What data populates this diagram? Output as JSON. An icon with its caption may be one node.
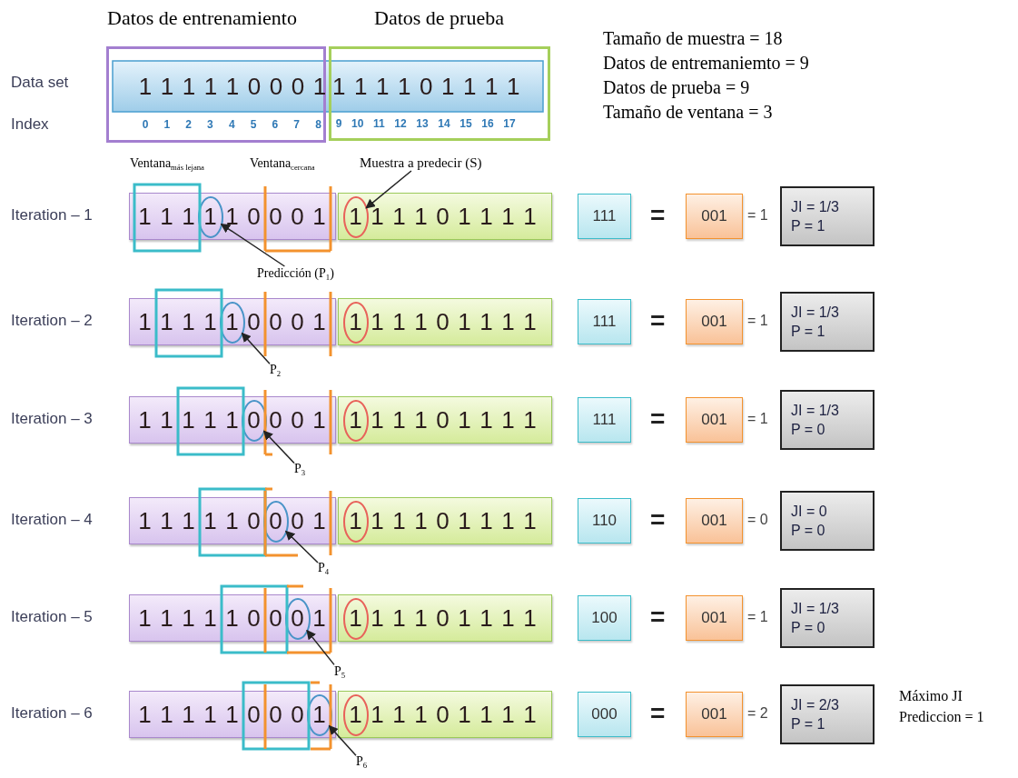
{
  "diagram": {
    "nodes": [
      {
        "text": [
          "Datos de entrenamiento",
          "1 1 1 1 1 0 0 0 1",
          "0 1 2 3 4 5 6 7 8"
        ]
      },
      {
        "text": [
          "Datos de prueba",
          "1 1 1 1 0 1 1 1 1",
          "9 10 11 12 13 14 15 16 17"
        ]
      },
      {
        "text": [
          "Muestra a predecir (S)"
        ]
      },
      {
        "text": [
          "1 1 1",
          "1 0 0 0 1"
        ]
      },
      {
        "text": [
          "1"
        ],
        "in": 3
      },
      {
        "text": [
          "1 1 1 0 1 1 1 1"
        ]
      },
      {
        "text": [
          "1"
        ],
        "in": 5
      },
      {
        "text": [
          "111"
        ]
      },
      {
        "text": [
          "001"
        ]
      },
      {
        "text": [
          "JI = 1/3",
          "P = 1"
        ]
      },
      {
        "text": [
          "Predicción (P$_{1}$)"
        ]
      },
      {
        "text": [
          "1 1 1 1",
          "0 0 0 1"
        ]
      },
      {
        "text": [
          "1"
        ],
        "in": 11
      },
      {
        "text": [
          "1 1 1 0 1 1 1 1"
        ]
      },
      {
        "text": [
          "1"
        ],
        "in": 13
      },
      {
        "text": [
          "111"
        ]
      },
      {
        "text": [
          "001"
        ]
      },
      {
        "text": [
          "JI = 1/3",
          "P = 1"
        ]
      },
      {
        "text": [
          "P$_{2}$"
        ]
      },
      {
        "text": [
          "1 1 1 1 1",
          "0 0 1"
        ]
      },
      {
        "text": [
          "0"
        ],
        "in": 19
      },
      {
        "text": [
          "1 1 1 0 1 1 1 1"
        ]
      },
      {
        "text": [
          "1"
        ],
        "in": 21
      },
      {
        "text": [
          "111"
        ]
      },
      {
        "text": [
          "001"
        ]
      },
      {
        "text": [
          "JI = 1/3",
          "P = 0"
        ]
      },
      {
        "text": [
          "P$_{3}$"
        ]
      },
      {
        "text": [
          "1 1 1 1 1 0",
          "0 1"
        ]
      },
      {
        "text": [
          "0"
        ],
        "in": 27
      },
      {
        "text": [
          "1 1 1 0 1 1 1 1"
        ]
      },
      {
        "text": [
          "1"
        ],
        "in": 29
      },
      {
        "text": [
          "110"
        ]
      },
      {
        "text": [
          "001"
        ]
      },
      {
        "text": [
          "JI = 0",
          "P = 0"
        ]
      },
      {
        "text": [
          "P$_{4}$"
        ]
      },
      {
        "text": [
          "1 1 1 1 1 0 0",
          "1"
        ]
      },
      {
        "text": [
          "0"
        ],
        "in": 35
      },
      {
        "text": [
          "1 1 1 0 1 1 1 1"
        ]
      },
      {
        "text": [
          "1"
        ],
        "in": 37
      },
      {
        "text": [
          "100"
        ]
      },
      {
        "text": [
          "001"
        ]
      },
      {
        "text": [
          "JI = 1/3",
          "P = 0"
        ]
      },
      {
        "text": [
          "P$_{5}$"
        ]
      },
      {
        "text": [
          "1 1 1 1 1 0 0 0"
        ]
      },
      {
        "text": [
          "1"
        ],
        "in": 43
      },
      {
        "text": [
          "1 1 1 0 1 1 1 1"
        ]
      },
      {
        "text": [
          "1"
        ],
        "in": 45
      },
      {
        "text": [
          "000"
        ]
      },
      {
        "text": [
          "001"
        ]
      },
      {
        "text": [
          "JI = 2/3",
          "P = 1"
        ]
      },
      {
        "text": [
          "P$_{6}$"
        ]
      }
    ],
    "edges": [
      {
        "from": 2,
        "to": 6,
        "arrow": "to"
      },
      {
        "from": 10,
        "to": 4,
        "arrow": "to"
      },
      {
        "from": 18,
        "to": 12,
        "arrow": "to"
      },
      {
        "from": 26,
        "to": 20,
        "arrow": "to"
      },
      {
        "from": 34,
        "to": 28,
        "arrow": "to"
      },
      {
        "from": 42,
        "to": 36,
        "arrow": "to"
      },
      {
        "from": 50,
        "to": 44,
        "arrow": "to"
      }
    ],
    "labels": [
      "Tamaño de muestra = 18",
      "Data set",
      "Datos de entremaniemto = 9",
      "Datos de prueba = 9",
      "Index",
      "Tamaño de ventana = 3",
      "Ventana$_{más lejana}$",
      "Ventana$_{cercana}$",
      "Iteration – 1",
      "=",
      "= 1",
      "Iteration – 2",
      "=",
      "= 1",
      "Iteration – 3",
      "=",
      "= 1",
      "Iteration – 4",
      "=",
      "= 0",
      "Iteration – 5",
      "=",
      "= 1",
      "Iteration – 6",
      "=",
      "= 2",
      "Máximo JI",
      "Prediccion = 1"
    ]
  }
}
